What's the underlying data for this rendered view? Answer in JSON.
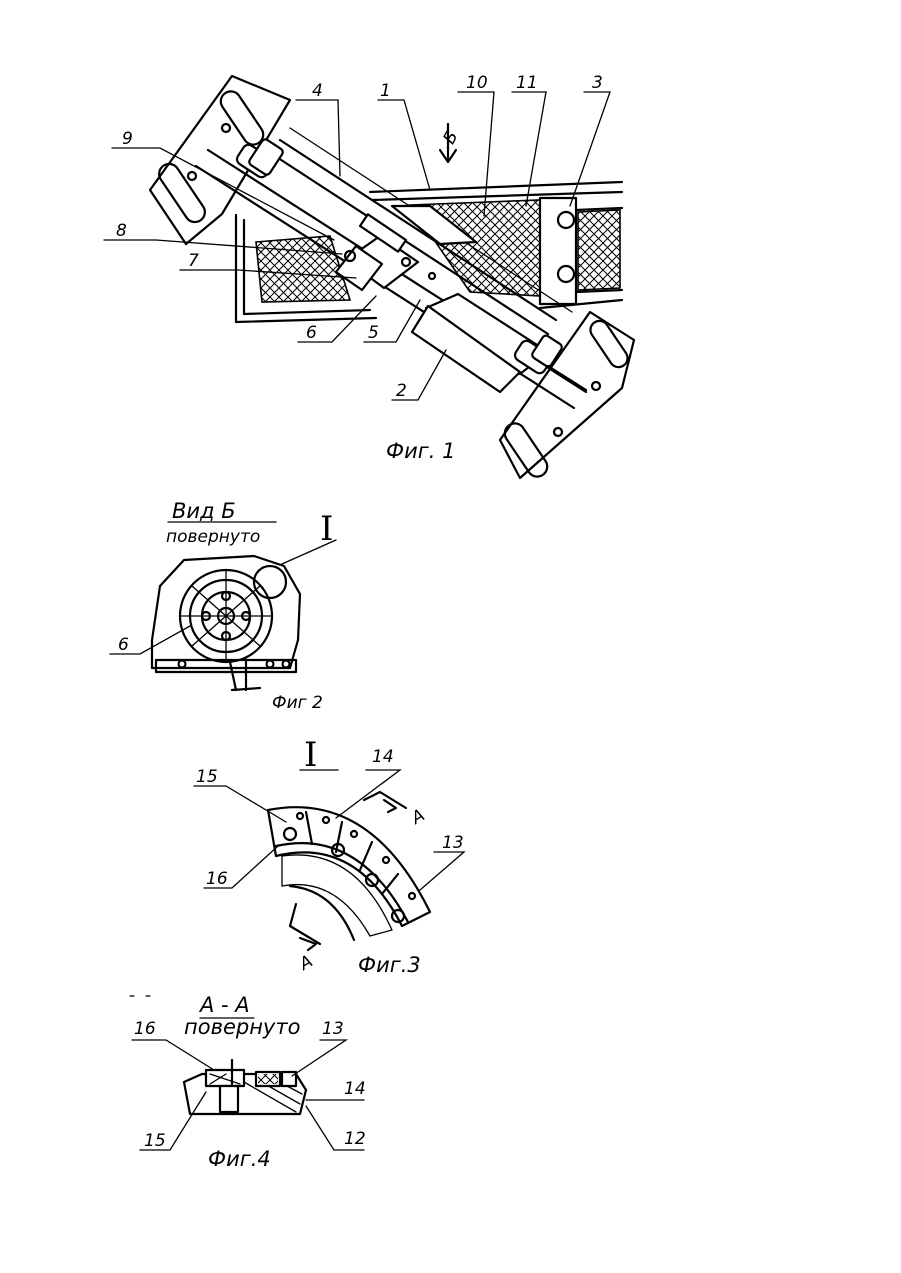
{
  "fig1": {
    "caption": "Фиг. 1",
    "labels": [
      "1",
      "2",
      "3",
      "4",
      "5",
      "6",
      "7",
      "8",
      "9",
      "10",
      "11"
    ],
    "view_arrow": "Б"
  },
  "fig2": {
    "caption": "Фиг 2",
    "title": "Вид Б",
    "subtitle": "повернуто",
    "detail_mark": "I",
    "labels": [
      "6"
    ]
  },
  "fig3": {
    "caption": "Фиг.3",
    "detail_mark": "I",
    "section_mark": "А",
    "labels": [
      "13",
      "14",
      "15",
      "16"
    ]
  },
  "fig4": {
    "caption": "Фиг.4",
    "title": "А - А",
    "subtitle": "повернуто",
    "labels": [
      "12",
      "13",
      "14",
      "15",
      "16"
    ]
  }
}
